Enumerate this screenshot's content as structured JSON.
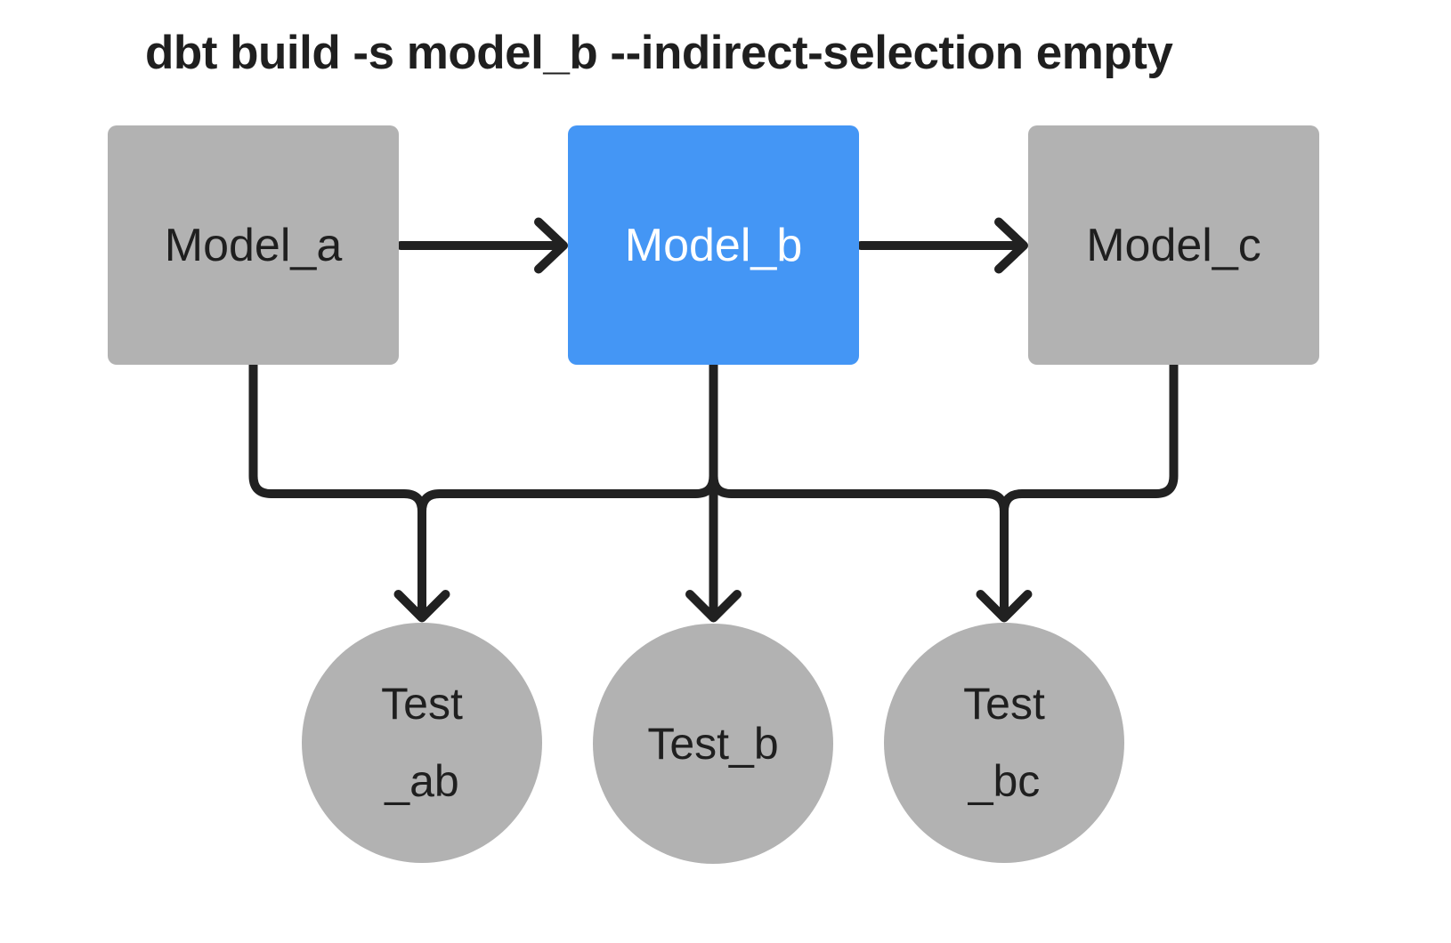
{
  "title": "dbt build -s model_b --indirect-selection empty",
  "colors": {
    "background": "#ffffff",
    "node_gray": "#b2b2b2",
    "node_selected_blue": "#4496f5",
    "edge_dark": "#212121",
    "text_dark": "#1f1f1f",
    "text_on_selected": "#ffffff"
  },
  "nodes": {
    "models": [
      {
        "id": "model_a",
        "label": "Model_a",
        "selected": false
      },
      {
        "id": "model_b",
        "label": "Model_b",
        "selected": true
      },
      {
        "id": "model_c",
        "label": "Model_c",
        "selected": false
      }
    ],
    "tests": [
      {
        "id": "test_ab",
        "label_lines": [
          "Test",
          "_ab"
        ]
      },
      {
        "id": "test_b",
        "label_lines": [
          "Test_b"
        ]
      },
      {
        "id": "test_bc",
        "label_lines": [
          "Test",
          "_bc"
        ]
      }
    ]
  },
  "edges": [
    {
      "from": "model_a",
      "to": "model_b"
    },
    {
      "from": "model_b",
      "to": "model_c"
    },
    {
      "from": "model_a",
      "to": "test_ab"
    },
    {
      "from": "model_b",
      "to": "test_ab"
    },
    {
      "from": "model_b",
      "to": "test_b"
    },
    {
      "from": "model_b",
      "to": "test_bc"
    },
    {
      "from": "model_c",
      "to": "test_bc"
    }
  ]
}
